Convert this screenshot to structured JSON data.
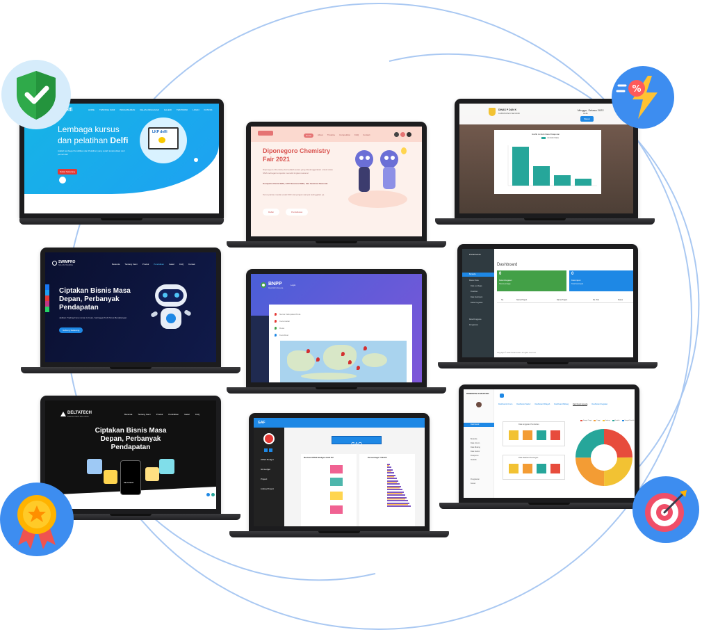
{
  "colors": {
    "orbit": "#a9c8f2",
    "shield_bg": "#d6ecfb",
    "shield": "#2faa4a",
    "bolt_bg": "#3d8df0",
    "bolt": "#ffc233",
    "target_bg": "#3d8df0",
    "medal_bg": "#3d8df0"
  },
  "laptops": {
    "delfi": {
      "nav": [
        "HOME",
        "TENTANG KAMI",
        "PENGUMUMAN",
        "KELAS UNGGULAN",
        "GALERI",
        "TESTIMONI",
        "LOGIN",
        "KONTAK"
      ],
      "brand": "delfi",
      "headline1": "Lembaga kursus",
      "headline2": "dan pelatihan",
      "headline_bold": "Delfi",
      "tagline": "Adalah lembaga Pendidikan dan Pelatihan yang sudah terakreditasi oleh pemerintah",
      "button": "Daftar Sekarang",
      "device_label": "LKP delfi"
    },
    "chemistry": {
      "nav": [
        "Home",
        "About",
        "Timeline",
        "Competition",
        "FAQ",
        "Contact"
      ],
      "title1": "Diponegoro Chemistry",
      "title2": "Fair 2021",
      "body": "Diponegoro Chemistry Fair adalah acara yang diselenggarakan untuk siswa SMA berbagai kompetisi menarik tingkat nasional",
      "bold_line": "Kompetisi Kimia SMA, LKTI Nasional SMA, dan Seminar Nasional.",
      "cta_text": "Terus pantau media sosial DCF dan jangan sampai ketinggalan ya.",
      "btn1": "Daftar",
      "btn2": "Pendaftaran"
    },
    "dashboard_chart": {
      "org_line1": "DINAS P DAN K",
      "org_line2": "KABUPATEN SENDIRI",
      "greeting": "Minggu, Selasa 2022",
      "greeting2": "Hello",
      "button": "Masuk",
      "chart_title": "Grafik Jumlah Data Pelaporan",
      "legend": "Jumlah Data"
    },
    "swimpro": {
      "logo": "SWIMPRO",
      "logo_sub": "SOLUSI TRADING",
      "nav": [
        "Beranda",
        "Tentang Kami",
        "Produk",
        "Pendidikan",
        "Galeri",
        "FAQ",
        "Kontak"
      ],
      "headline1": "Ciptakan Bisnis Masa",
      "headline2": "Depan, Perbanyak",
      "headline3": "Pendapatan",
      "sub": "Jadikan Trading Forex Aman & Cuan, Sehingga Profit Terus Berdatangan",
      "button": "Gabung Sekarang"
    },
    "bnpp": {
      "logo": "BNPP",
      "logo_sub": "Republik Indonesia",
      "nav": "Login",
      "fields": [
        "Nama Kabupaten/Kota",
        "Kecamatan",
        "Desa",
        "Koordinat"
      ]
    },
    "admin": {
      "brand": "Portal Admin",
      "header": "Dashboard",
      "menu": [
        "Beranda",
        "Master Data",
        "Data Lembaga",
        "Pelatihan",
        "Data Kelompok",
        "Daftar Kegiatan",
        "Data Pengguna",
        "Pengaturan"
      ],
      "card1_num": "0",
      "card1_label": "Kelembagaan",
      "card1_sub": "Total Lembaga",
      "card2_num": "0",
      "card2_label": "Kelompok",
      "card2_sub": "Total Kelompok",
      "table_cols": [
        "No.",
        "Nama Project",
        "Nama Project",
        "No. Pok",
        "Status"
      ],
      "footer": "Copyright © 2022 Portal Admin. All rights reserved."
    },
    "deltatech": {
      "logo": "DELTATECH",
      "logo_sub": "DIGITAL TECH SOLUTION",
      "nav": [
        "Beranda",
        "Tentang Kami",
        "Produk",
        "Pendidikan",
        "Galeri",
        "FAQ"
      ],
      "headline1": "Ciptakan Bisnis Masa",
      "headline2": "Depan, Perbanyak",
      "headline3": "Pendapatan",
      "phone_label": "DELTATECH"
    },
    "gao": {
      "brand": "GAF",
      "menu": [
        "OPEX Budget",
        "GL/Ledger",
        "Project",
        "Listing Project"
      ],
      "title": "GAO",
      "chart1_title": "Review OPEX Budget GAO P2",
      "chart2_title": "Persentage YTD P2"
    },
    "donut": {
      "brand": "PEMERINTAH KABUPATEN",
      "tabs": [
        "Dashboard Umum",
        "Dashboard Sektor",
        "Dashboard Wilayah",
        "Dashboard Bidang",
        "Dashboard Agenda",
        "Dashboard Kegiatan"
      ],
      "panel1": "Data Anggaran Perubahan",
      "panel2": "Data Realisasi Keuangan",
      "menu": [
        "Dashboard",
        "Beranda",
        "Data Umum",
        "Data Bidang",
        "Data Sektor",
        "Pelaporan",
        "Statistik",
        "Pengaturan",
        "Keluar"
      ],
      "legend": [
        "Sangat Tinggi",
        "Tinggi",
        "Sedang",
        "Rendah",
        "Sangat Rendah"
      ]
    }
  }
}
